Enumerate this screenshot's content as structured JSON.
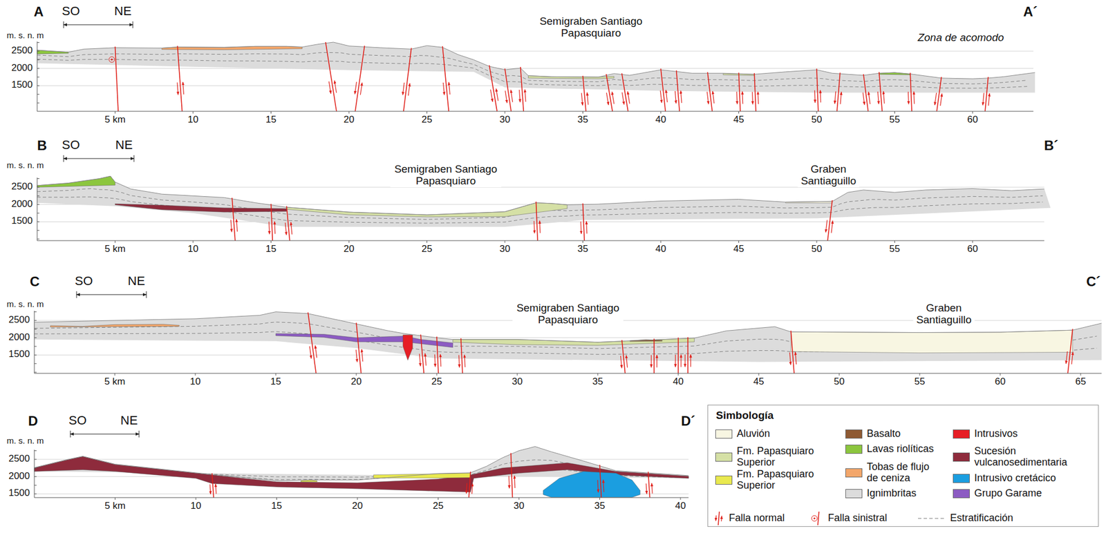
{
  "diagram": {
    "nodes": [
      {
        "text": [
          "Simbología"
        ]
      }
    ],
    "labels": [
      "A",
      "A´",
      "SO",
      "NE",
      "m. s. n. m",
      "2500",
      "2000",
      "1500",
      "5 km",
      "10",
      "15",
      "20",
      "25",
      "30",
      "35",
      "40",
      "45",
      "50",
      "55",
      "60",
      "Semigraben Santiago Papasquiaro",
      "Zona de acomodo",
      "B",
      "B´",
      "SO",
      "NE",
      "m. s. n. m",
      "2500",
      "2000",
      "1500",
      "5 km",
      "10",
      "15",
      "20",
      "25",
      "30",
      "35",
      "40",
      "45",
      "50",
      "55",
      "60",
      "Semigraben Santiago Papasquiaro",
      "Graben Santiaguillo",
      "C",
      "C´",
      "SO",
      "NE",
      "m. s. n. m",
      "2500",
      "2000",
      "1500",
      "5 km",
      "10",
      "15",
      "20",
      "25",
      "30",
      "35",
      "40",
      "45",
      "50",
      "55",
      "60",
      "65",
      "Semigraben Santiago Papasquiaro",
      "Graben Santiaguillo",
      "D",
      "D´",
      "SO",
      "NE",
      "m. s. n. m",
      "2500",
      "2000",
      "1500",
      "5 km",
      "10",
      "15",
      "20",
      "25",
      "30",
      "35",
      "40"
    ],
    "legend": [
      {
        "text": "Aluvión",
        "color": "#f8f6e2"
      },
      {
        "text": "Fm. Papasquiaro Superior",
        "color": "#d5e0a5"
      },
      {
        "text": "Fm. Papasquiaro Superior",
        "color": "#e9e94f"
      },
      {
        "text": "Basalto",
        "color": "#8f5a33"
      },
      {
        "text": "Lavas riolíticas",
        "color": "#8cc63e"
      },
      {
        "text": "Tobas de flujo de ceniza",
        "color": "#f3a66a"
      },
      {
        "text": "Ignimbritas",
        "color": "#dcdcdc"
      },
      {
        "text": "Intrusivos",
        "color": "#e61e25"
      },
      {
        "text": "Sucesión vulcanosedimentaria",
        "color": "#8e2b3c"
      },
      {
        "text": "Intrusivo cretácico",
        "color": "#1b9ee0"
      },
      {
        "text": "Grupo Garame",
        "color": "#8c5bc2"
      },
      {
        "text": "Falla normal"
      },
      {
        "text": "Falla sinistral"
      },
      {
        "text": "Estratificación"
      }
    ]
  }
}
